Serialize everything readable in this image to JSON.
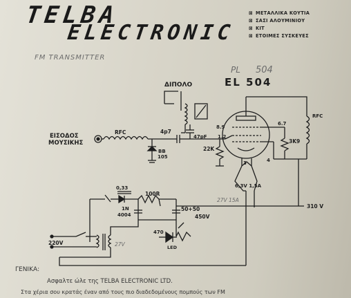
{
  "header": {
    "logo_line1": "TELBA",
    "logo_line2": "ELECTRONIC",
    "menu": [
      "ΜΕΤΑΛΛΙΚΑ ΚΟΥΤΙΑ",
      "ΣΑΣΙ ΑΛΟΥΜΙΝΙΟΥ",
      "ΚΙΤ",
      "ΕΤΟΙΜΕΣ ΣΥΣΚΕΥΕΣ"
    ],
    "menu_bullet": "⊠"
  },
  "handwriting": {
    "title": "FM TRANSMITTER",
    "pl": "PL",
    "number": "504"
  },
  "schematic": {
    "tube": "EL 504",
    "dipole": "ΔΙΠΟΛΟ",
    "input_line1": "ΕΙΣΟΔΟΣ",
    "input_line2": "ΜΟΥΣΙΚΗΣ",
    "rfc_left": "RFC",
    "cap_4p7": "4p7",
    "diode_bb1": "BB",
    "diode_bb2": "105",
    "cap_47pf": "47pF",
    "pin_89": "8.9",
    "pin_12": "1.2",
    "res_22k": "22K",
    "pin_3": "3",
    "pin_4": "4",
    "pin_67": "6.7",
    "rfc_right": "RFC",
    "res_3k9": "3K9",
    "heater": "6,3V 1,5A",
    "heater_hand": "27V 15A",
    "b_plus": "310 V",
    "cap_033": "0,33",
    "diode_1n1": "1N",
    "diode_1n2": "4004",
    "res_100r": "100R",
    "caps_5050": "50+50",
    "caps_450v": "450V",
    "mains": "220V",
    "sec_hand": "27V",
    "res_470": "470",
    "led": "LED"
  },
  "body_text": {
    "heading": "ΓΕΝΙΚΑ:",
    "line1": "Ασφαλτε ώλε της TELBA ELECTRONIC LTD.",
    "line2": "Στα χέρια σου κρατάς  έναν  από  τους πιο διαδεδομένους  πομπούς των FM"
  }
}
